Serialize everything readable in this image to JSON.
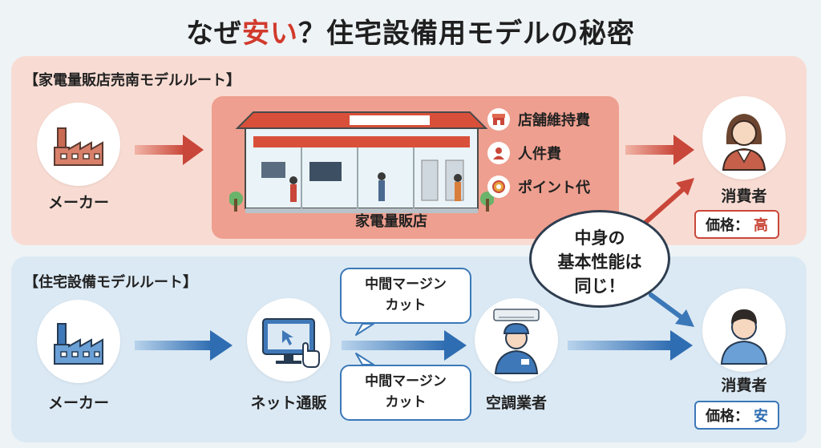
{
  "title": {
    "before": "なぜ",
    "accent": "安い",
    "after": "？住宅設備用モデルの秘密"
  },
  "top_route": {
    "label": "【家電量販店売南モデルルート】",
    "maker_label": "メーカー",
    "store_label": "家電量販店",
    "costs": [
      "店舗維持費",
      "人件費",
      "ポイント代"
    ],
    "consumer_label": "消費者",
    "price_prefix": "価格：",
    "price_value": "高"
  },
  "bottom_route": {
    "label": "【住宅設備モデルルート】",
    "maker_label": "メーカー",
    "online_label": "ネット通販",
    "contractor_label": "空調業者",
    "consumer_label": "消費者",
    "margin_cut_line1": "中間マージン",
    "margin_cut_line2": "カット",
    "price_prefix": "価格：",
    "price_value": "安"
  },
  "speech": {
    "line1": "中身の",
    "line2": "基本性能は",
    "line3": "同じ！"
  },
  "colors": {
    "red_accent": "#d13a2c",
    "blue_accent": "#2f6db2",
    "top_panel": "#f8dcd3",
    "bottom_panel": "#dbe9f4"
  }
}
